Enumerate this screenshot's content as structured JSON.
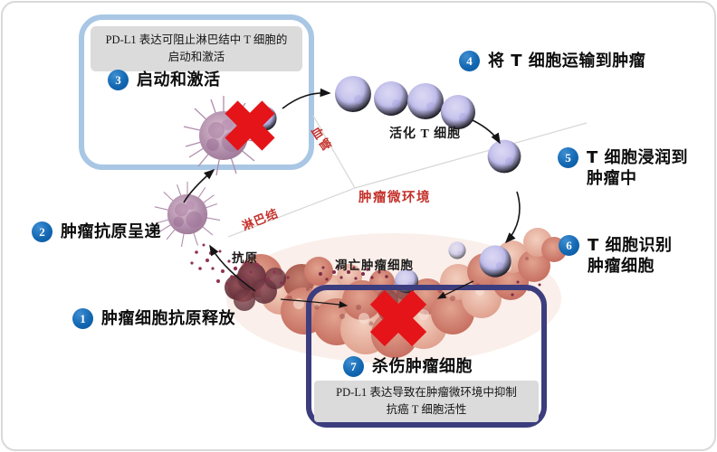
{
  "diagram": {
    "callouts": {
      "top": "PD-L1 表达可阻止淋巴结中 T 细胞的\n启动和激活",
      "bottom": "PD-L1 表达导致在肿瘤微环境中抑制\n抗癌 T 细胞活性"
    },
    "steps": [
      {
        "num": "1",
        "label": "肿瘤细胞抗原释放"
      },
      {
        "num": "2",
        "label": "肿瘤抗原呈递"
      },
      {
        "num": "3",
        "label": "启动和激活"
      },
      {
        "num": "4",
        "label": "将 T 细胞运输到肿瘤"
      },
      {
        "num": "5",
        "label": "T 细胞浸润到\n肿瘤中"
      },
      {
        "num": "6",
        "label": "T 细胞识别\n肿瘤细胞"
      },
      {
        "num": "7",
        "label": "杀伤肿瘤细胞"
      }
    ],
    "labels": {
      "blood_vessel": "血管",
      "activated_t_cells": "活化 T 细胞",
      "lymph_node": "淋巴结",
      "antigen": "抗原",
      "tumor_microenvironment": "肿瘤微环境",
      "apoptotic_tumor_cells": "凋亡肿瘤细胞"
    },
    "colors": {
      "step_circle": "#1368b2",
      "prohibit_x": "#e41418",
      "red_label": "#c5322c",
      "top_callout_border": "#a9c7e5",
      "bottom_callout_border": "#3b3d7e",
      "callout_strip_bg": "#dbdbdb"
    }
  }
}
